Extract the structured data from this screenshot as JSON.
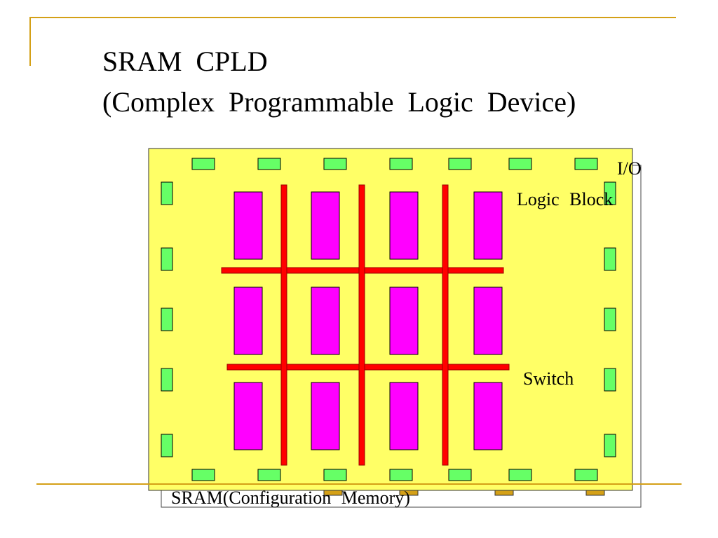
{
  "title": {
    "line1": "SRAM CPLD",
    "line2": "(Complex Programmable Logic Device)"
  },
  "diagram": {
    "labels": {
      "io": "I/O",
      "logic_block": "Logic Block",
      "switch": "Switch",
      "sram": "SRAM(Configuration Memory)"
    },
    "colors": {
      "chip": "#FFFF66",
      "io_pad": "#66FF66",
      "logic_block": "#FF00FF",
      "switch": "#FF0000",
      "sram_cell": "#D4A017",
      "rule": "#D4A017"
    }
  }
}
